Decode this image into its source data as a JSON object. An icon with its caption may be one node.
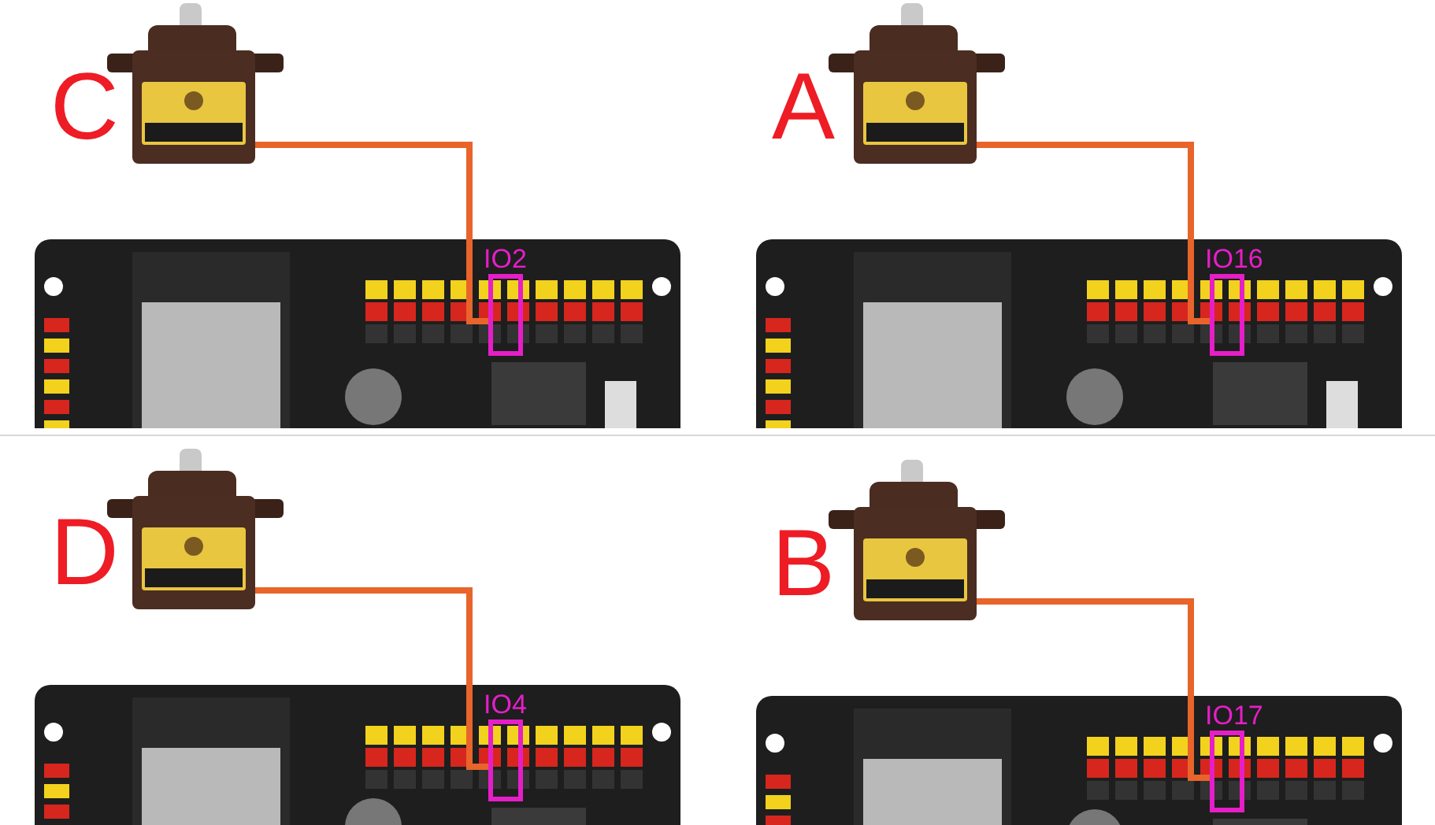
{
  "diagram": {
    "nodes": [
      {
        "text": [],
        "shape": "picture"
      },
      {
        "text": [],
        "shape": "picture"
      },
      {
        "text": [
          "IO2"
        ],
        "in": 1
      },
      {
        "text": [],
        "shape": "picture"
      },
      {
        "text": [],
        "shape": "picture"
      },
      {
        "text": [
          "IO16"
        ],
        "in": 4
      },
      {
        "text": [],
        "shape": "picture"
      },
      {
        "text": [],
        "shape": "picture"
      },
      {
        "text": [
          "IO4"
        ],
        "in": 7
      },
      {
        "text": [],
        "shape": "picture"
      },
      {
        "text": [],
        "shape": "picture"
      },
      {
        "text": [
          "IO17"
        ],
        "in": 10
      }
    ],
    "edges": [
      {
        "from": 0,
        "to": 2,
        "arrow": "none"
      },
      {
        "from": 3,
        "to": 5,
        "arrow": "none"
      },
      {
        "from": 6,
        "to": 8,
        "arrow": "none"
      },
      {
        "from": 9,
        "to": 11,
        "arrow": "none"
      }
    ],
    "labels": [
      "C",
      "A",
      "D",
      "B"
    ]
  }
}
